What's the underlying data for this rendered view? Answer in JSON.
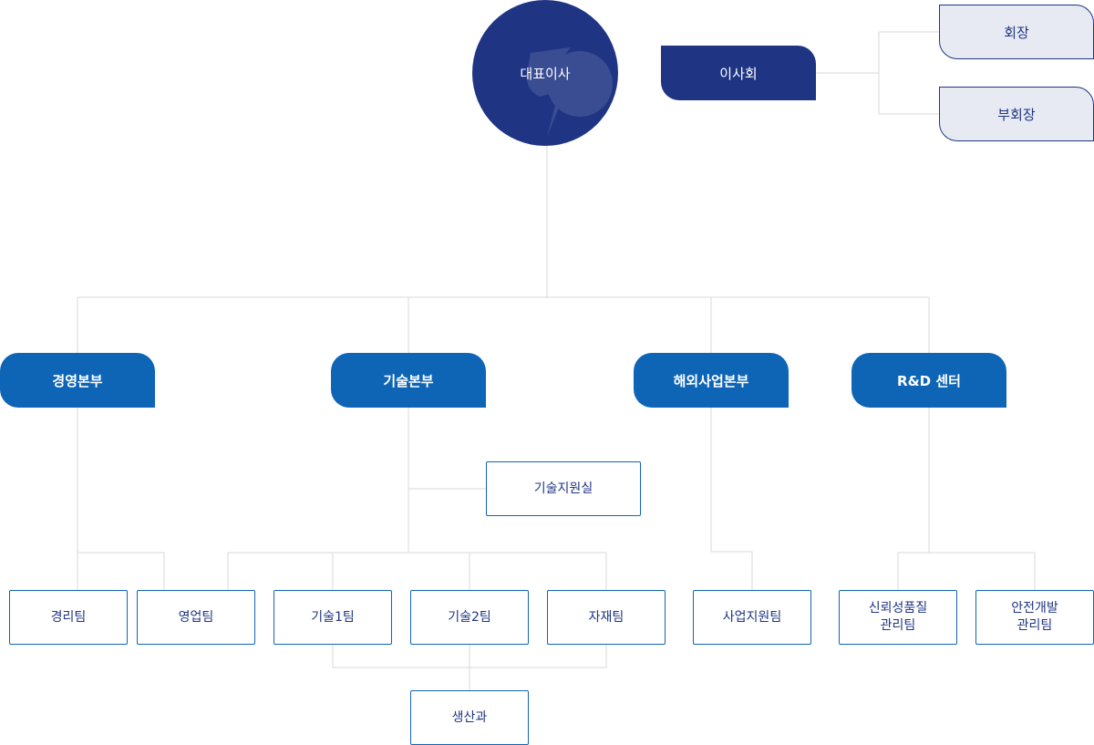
{
  "ceo": {
    "label": "대표이사"
  },
  "board": {
    "label": "이사회"
  },
  "executives": [
    {
      "label": "회장"
    },
    {
      "label": "부회장"
    }
  ],
  "divisions": [
    {
      "label": "경영본부"
    },
    {
      "label": "기술본부"
    },
    {
      "label": "해외사업본부"
    },
    {
      "label": "R&D 센터"
    }
  ],
  "teams": {
    "management": [
      {
        "label": "경리팀"
      },
      {
        "label": "영업팀"
      }
    ],
    "tech_support": {
      "label": "기술지원실"
    },
    "technology": [
      {
        "label": "기술1팀"
      },
      {
        "label": "기술2팀"
      },
      {
        "label": "자재팀"
      }
    ],
    "production": {
      "label": "생산과"
    },
    "overseas": [
      {
        "label": "사업지원팀"
      }
    ],
    "rnd": [
      {
        "label": "신뢰성품질\n관리팀"
      },
      {
        "label": "안전개발\n관리팀"
      }
    ]
  },
  "colors": {
    "navy": "#1f3584",
    "blue": "#0f65b5",
    "light_bg": "#e7eaf3",
    "connector": "#d9d9d9"
  }
}
